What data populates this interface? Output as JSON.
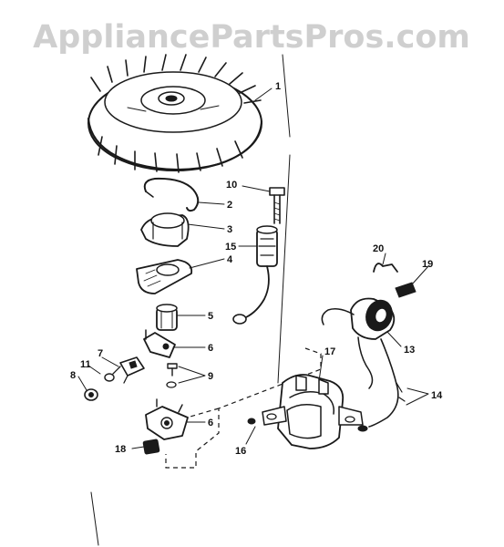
{
  "watermark": "AppliancePartsPros.com",
  "callouts": {
    "c1": "1",
    "c2": "2",
    "c3": "3",
    "c4": "4",
    "c5": "5",
    "c6a": "6",
    "c6b": "6",
    "c7": "7",
    "c8": "8",
    "c9": "9",
    "c10": "10",
    "c11": "11",
    "c13": "13",
    "c14": "14",
    "c15": "15",
    "c16": "16",
    "c17": "17",
    "c18": "18",
    "c19": "19",
    "c20": "20"
  },
  "colors": {
    "ink": "#1a1a1a",
    "watermark": "#cfcfcf",
    "background": "#ffffff"
  }
}
